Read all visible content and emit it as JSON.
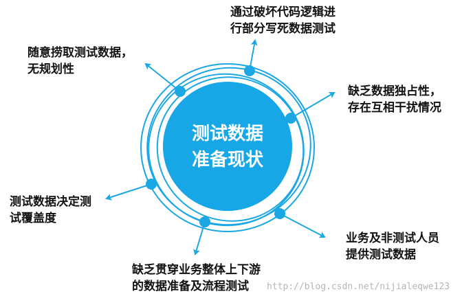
{
  "center": {
    "line1": "测试数据",
    "line2": "准备现状"
  },
  "points": [
    {
      "id": "top",
      "line1": "通过破坏代码逻辑进",
      "line2": "行部分写死数据测试"
    },
    {
      "id": "upper-left",
      "line1": "随意捞取测试数据，",
      "line2": "无规划性"
    },
    {
      "id": "upper-right",
      "line1": "缺乏数据独占性，",
      "line2": "存在互相干扰情况"
    },
    {
      "id": "left",
      "line1": "测试数据决定测",
      "line2": "试覆盖度"
    },
    {
      "id": "lower-right",
      "line1": "业务及非测试人员",
      "line2": "提供测试数据"
    },
    {
      "id": "bottom",
      "line1": "缺乏贯穿业务整体上下游",
      "line2": "的数据准备及流程测试"
    }
  ],
  "watermark": "http://blog.csdn.net/nijialeqwe123",
  "colors": {
    "accent": "#17a6e6",
    "ring": "#1aa7e4",
    "text": "#111111"
  }
}
